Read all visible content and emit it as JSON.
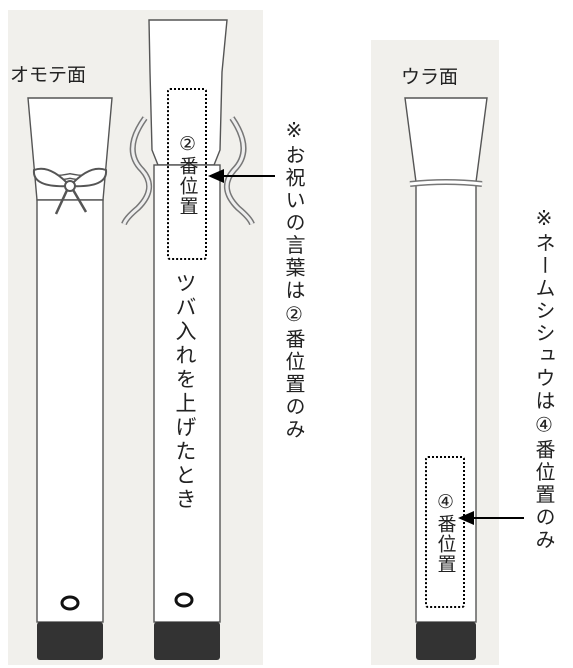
{
  "front": {
    "label": "オモテ面",
    "raised_caption": "ツバ入れを上げたとき",
    "position_box": "②番位置",
    "note": "※お祝いの言葉は②番位置のみ"
  },
  "back": {
    "label": "ウラ面",
    "position_box": "④番位置",
    "note": "※ネームシシュウは④番位置のみ"
  }
}
